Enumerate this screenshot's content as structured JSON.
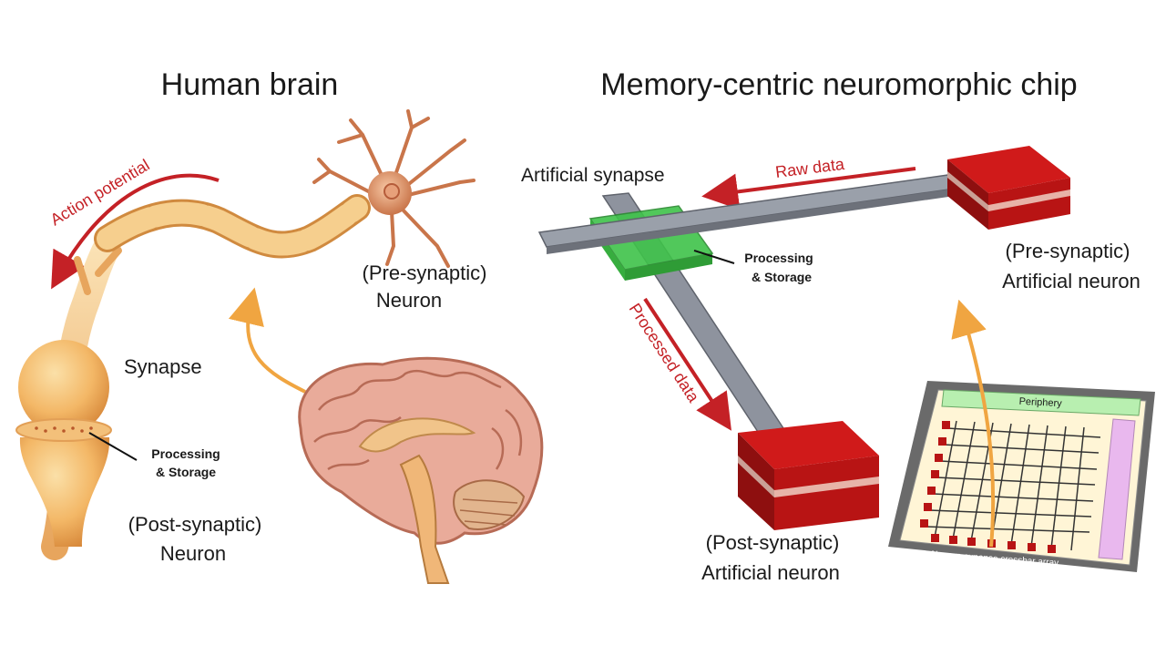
{
  "titles": {
    "left": "Human brain",
    "right": "Memory-centric neuromorphic chip"
  },
  "brain_side": {
    "action_potential": "Action potential",
    "pre_synaptic_line1": "(Pre-synaptic)",
    "pre_synaptic_line2": "Neuron",
    "synapse": "Synapse",
    "processing_line1": "Processing",
    "processing_line2": "& Storage",
    "post_synaptic_line1": "(Post-synaptic)",
    "post_synaptic_line2": "Neuron"
  },
  "chip_side": {
    "artificial_synapse": "Artificial synapse",
    "raw_data": "Raw data",
    "processing_line1": "Processing",
    "processing_line2": "& Storage",
    "processed_data": "Processed data",
    "pre_synaptic_line1": "(Pre-synaptic)",
    "pre_synaptic_line2": "Artificial neuron",
    "post_synaptic_line1": "(Post-synaptic)",
    "post_synaptic_line2": "Artificial neuron",
    "periphery": "Periphery",
    "array_label": "Neuron-synapse crossbar array"
  },
  "colors": {
    "arrow_red": "#c42126",
    "neuron_orange": "#e9a45c",
    "crossbar_grey": "#8e939e",
    "synapse_green": "#3fc34a",
    "chip_red": "#b81414",
    "periphery_green": "#b8efb0",
    "side_panel_pink": "#e9b8ee"
  }
}
